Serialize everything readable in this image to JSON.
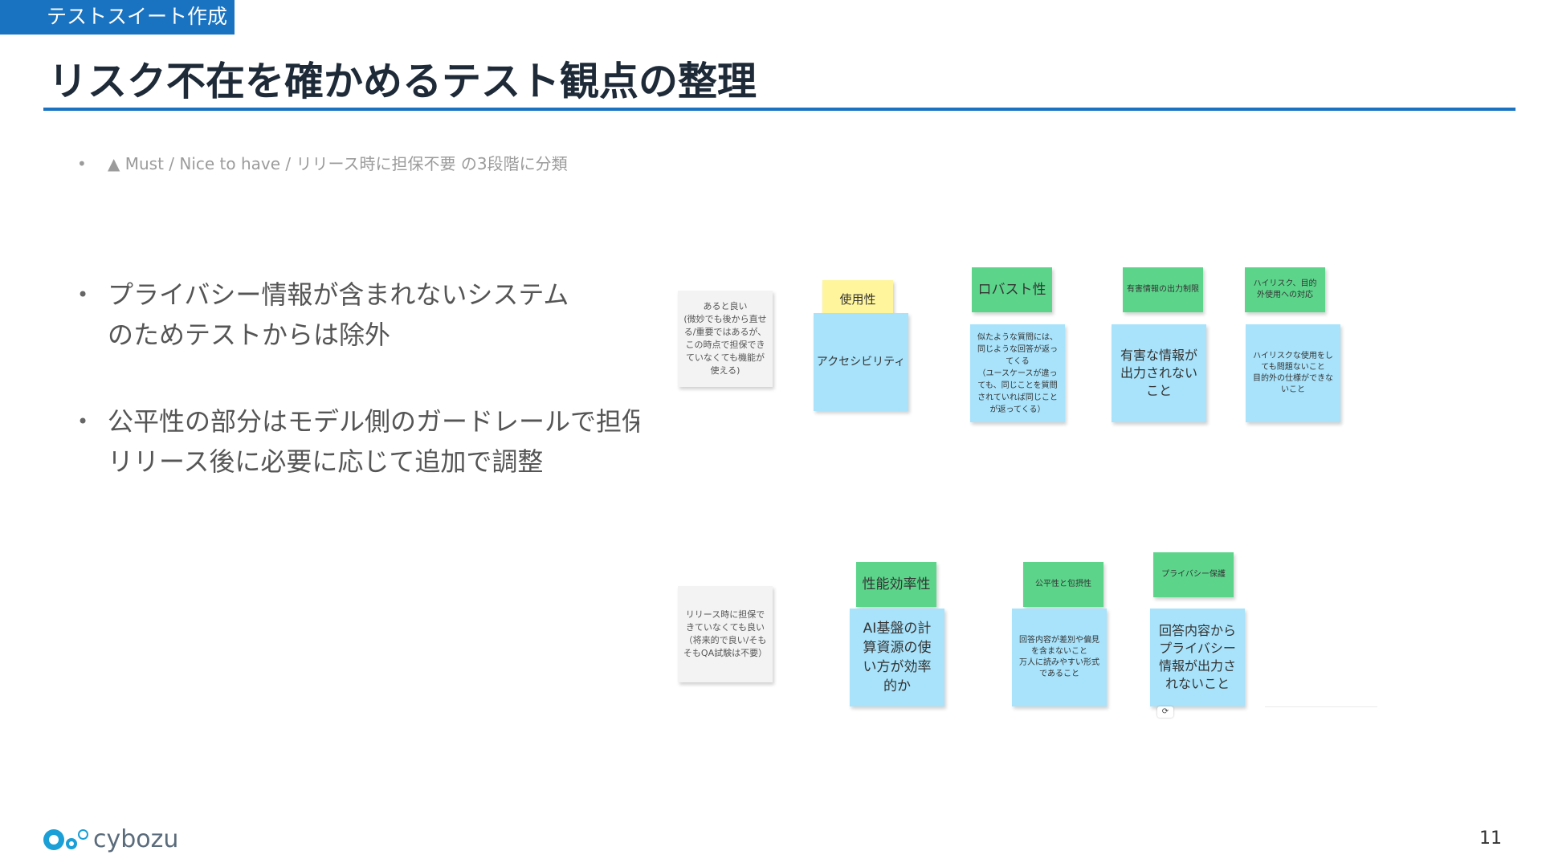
{
  "header": {
    "section_tag": "テストスイート作成",
    "title": "リスク不在を確かめるテスト観点の整理"
  },
  "note": {
    "bullet": "•",
    "text": "▲ Must / Nice to have / リリース時に担保不要 の3段階に分類"
  },
  "bullets": [
    {
      "mark": "•",
      "line1": "プライバシー情報が含まれないシステム",
      "line2": "のためテストからは除外"
    },
    {
      "mark": "•",
      "line1": "公平性の部分はモデル側のガードレールで担保",
      "line2": "リリース後に必要に応じて追加で調整"
    }
  ],
  "board": {
    "row1_label": "あると良い\n(微妙でも後から直せる/重要ではあるが、この時点で担保できていなくても機能が使える)",
    "row2_label": "リリース時に担保できていなくても良い（将来的で良い/そもそもQA試験は不要）",
    "usability": {
      "title": "使用性",
      "item": "アクセシビリティ"
    },
    "robustness": {
      "title": "ロバスト性",
      "item": "似たような質問には、同じような回答が返ってくる\n（ユースケースが違っても、同じことを質問されていれば同じことが返ってくる）"
    },
    "harmful": {
      "title": "有害情報の出力制限",
      "item": "有害な情報が出力されないこと"
    },
    "highrisk": {
      "title": "ハイリスク、目的外使用への対応",
      "item": "ハイリスクな使用をしても問題ないこと\n目的外の仕様ができないこと"
    },
    "efficiency": {
      "title": "性能効率性",
      "item": "AI基盤の計算資源の使い方が効率的か"
    },
    "fairness": {
      "title": "公平性と包摂性",
      "item": "回答内容が差別や偏見を含まないこと\n万人に読みやすい形式であること"
    },
    "privacy": {
      "title": "プライバシー保護",
      "item": "回答内容からプライバシー情報が出力されないこと"
    }
  },
  "footer": {
    "logo_text": "cybozu",
    "page_number": "11"
  },
  "colors": {
    "accent": "#1a73c1",
    "sticky_blue": "#a8e3fb",
    "sticky_green": "#5cd58b",
    "sticky_yellow": "#fff59c",
    "sticky_gray": "#f3f3f3"
  }
}
